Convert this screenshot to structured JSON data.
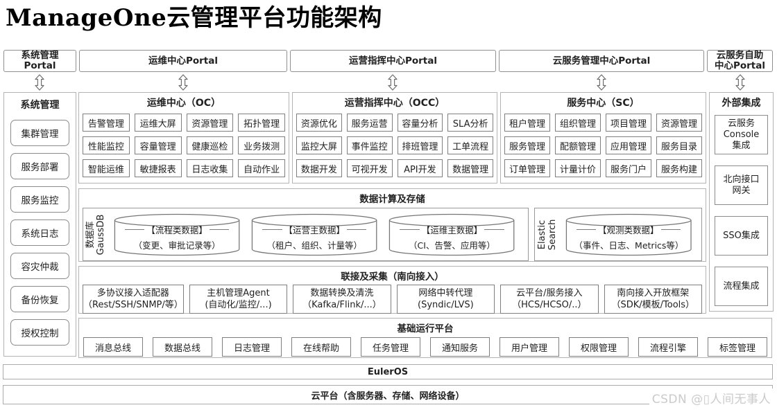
{
  "title": "ManageOne云管理平台功能架构",
  "portals": {
    "system": "系统管理\nPortal",
    "om": "运维中心Portal",
    "occ": "运营指挥中心Portal",
    "cloud_mgmt": "云服务管理中心Portal",
    "self_service": "云服务自助\n中心Portal"
  },
  "left_panel": {
    "title": "系统管理",
    "items": [
      "集群管理",
      "服务部署",
      "服务监控",
      "系统日志",
      "容灾仲裁",
      "备份恢复",
      "授权控制"
    ]
  },
  "oc_panel": {
    "title": "运维中心（OC）",
    "items": [
      "告警管理",
      "运维大屏",
      "资源管理",
      "拓扑管理",
      "性能监控",
      "容量管理",
      "健康巡检",
      "业务拨测",
      "智能运维",
      "敏捷报表",
      "日志收集",
      "自动作业"
    ]
  },
  "occ_panel": {
    "title": "运营指挥中心（OCC）",
    "items": [
      "资源优化",
      "服务运营",
      "容量分析",
      "SLA分析",
      "监控大屏",
      "事件监控",
      "排班管理",
      "工单流程",
      "数据开发",
      "可视开发",
      "API开发",
      "数据管理"
    ]
  },
  "sc_panel": {
    "title": "服务中心（SC）",
    "items": [
      "租户管理",
      "组织管理",
      "项目管理",
      "资源管理",
      "服务管理",
      "配额管理",
      "应用管理",
      "服务目录",
      "订单管理",
      "计量计价",
      "服务门户",
      "服务构建"
    ]
  },
  "right_panel": {
    "title": "外部集成",
    "items": [
      "云服务\nConsole\n集成",
      "北向接口\n网关",
      "SSO集成",
      "流程集成"
    ]
  },
  "data_section": {
    "title": "数据计算及存储",
    "gaussdb_label": "数据库\nGaussDB",
    "es_label": "Elastic\nSearch",
    "cylinders": [
      {
        "line1": "【流程类数据】",
        "line2": "（变更、审批记录等）"
      },
      {
        "line1": "【运营主数据】",
        "line2": "（租户、组织、计量等）"
      },
      {
        "line1": "【运维主数据】",
        "line2": "（CI、告警、应用等）"
      },
      {
        "line1": "【观测类数据】",
        "line2": "（事件、日志、Metrics等）"
      }
    ]
  },
  "south_section": {
    "title": "联接及采集（南向接入）",
    "items": [
      {
        "line1": "多协议接入适配器",
        "line2": "（Rest/SSH/SNMP/等）"
      },
      {
        "line1": "主机管理Agent",
        "line2": "(自动化/监控/...)"
      },
      {
        "line1": "数据转换及清洗",
        "line2": "（Kafka/Flink/...）"
      },
      {
        "line1": "网络中转代理",
        "line2": "(Syndic/LVS)"
      },
      {
        "line1": "云平台/服务接入",
        "line2": "（HCS/HCSO/..）"
      },
      {
        "line1": "南向接入开放框架",
        "line2": "（SDK/模板/Tools）"
      }
    ]
  },
  "base_section": {
    "title": "基础运行平台",
    "items": [
      "消息总线",
      "数据总线",
      "日志管理",
      "在线帮助",
      "任务管理",
      "通知服务",
      "用户管理",
      "权限管理",
      "流程引擎",
      "标签管理"
    ]
  },
  "euler_bar": "EulerOS",
  "cloud_bar": "云平台（含服务器、存储、网络设备）",
  "watermark": "CSDN @▯人间无事人",
  "colors": {
    "border": "#8a8a8a",
    "section_border": "#b3b3b3",
    "text": "#212121",
    "watermark": "#cbcbcb"
  }
}
